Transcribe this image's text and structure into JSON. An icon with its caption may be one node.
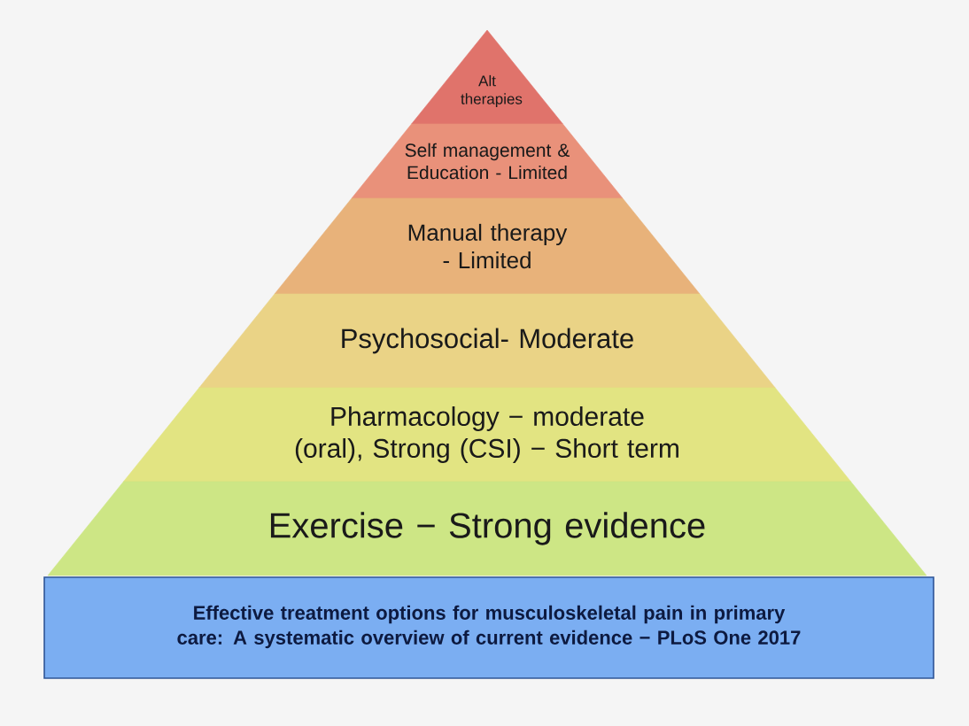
{
  "diagram": {
    "nodes": [
      {
        "text": [
          "Alt therapies"
        ]
      },
      {
        "text": [
          "Self management & Education - Limited"
        ]
      },
      {
        "text": [
          "Manual therapy - Limited"
        ]
      },
      {
        "text": [
          "Psychosocial- Moderate"
        ]
      },
      {
        "text": [
          "Pharmacology − moderate (oral), Strong (CSI) − Short term"
        ]
      },
      {
        "text": [
          "Exercise − Strong evidence"
        ]
      },
      {
        "text": [
          "Effective treatment options for musculoskeletal pain in primary care: A systematic overview of current evidence − PLoS One 2017"
        ]
      }
    ]
  }
}
